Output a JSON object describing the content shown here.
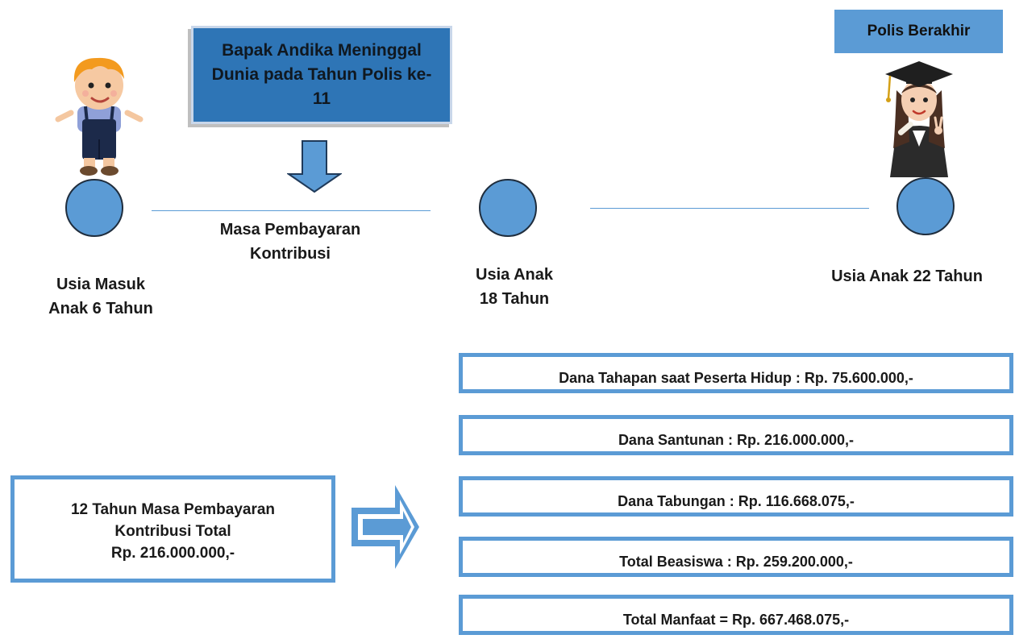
{
  "event_box": "Bapak Andika Meninggal Dunia pada Tahun Polis ke-11",
  "policy_end_box": "Polis Berakhir",
  "timeline": {
    "start_label_line1": "Usia Masuk",
    "start_label_line2": "Anak 6 Tahun",
    "payment_period_line1": "Masa Pembayaran",
    "payment_period_line2": "Kontribusi",
    "mid_label_line1": "Usia Anak",
    "mid_label_line2": "18 Tahun",
    "end_label": "Usia Anak 22 Tahun"
  },
  "summary_box": {
    "line1": "12 Tahun Masa Pembayaran",
    "line2": "Kontribusi Total",
    "line3": "Rp. 216.000.000,-"
  },
  "benefits": [
    "Dana Tahapan saat Peserta Hidup : Rp. 75.600.000,-",
    "Dana Santunan : Rp. 216.000.000,-",
    "Dana Tabungan : Rp. 116.668.075,-",
    "Total Beasiswa : Rp. 259.200.000,-",
    "Total Manfaat = Rp. 667.468.075,-"
  ],
  "colors": {
    "node_blue": "#5b9bd5",
    "event_box_blue": "#2e75b6"
  }
}
